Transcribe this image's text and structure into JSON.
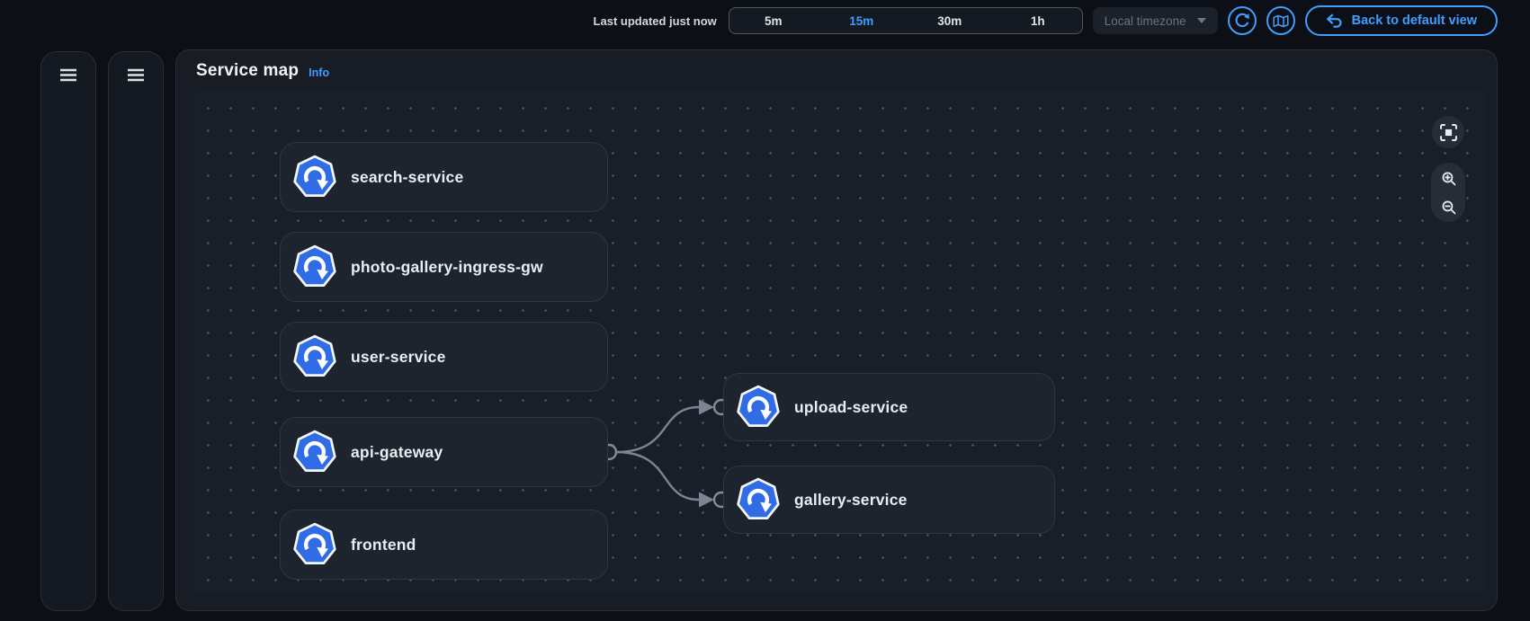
{
  "topbar": {
    "last_updated": "Last updated just now",
    "time_ranges": {
      "items": [
        {
          "label": "5m",
          "selected": false
        },
        {
          "label": "15m",
          "selected": true
        },
        {
          "label": "30m",
          "selected": false
        },
        {
          "label": "1h",
          "selected": false
        }
      ]
    },
    "timezone_select": {
      "value": "Local timezone",
      "disabled": true
    },
    "back_button": {
      "label": "Back to default view"
    }
  },
  "service_map": {
    "title": "Service map",
    "info_link": "Info",
    "nodes": [
      {
        "id": "search-service",
        "label": "search-service"
      },
      {
        "id": "photo-gallery-ingress-gw",
        "label": "photo-gallery-ingress-gw"
      },
      {
        "id": "user-service",
        "label": "user-service"
      },
      {
        "id": "api-gateway",
        "label": "api-gateway"
      },
      {
        "id": "frontend",
        "label": "frontend"
      },
      {
        "id": "upload-service",
        "label": "upload-service"
      },
      {
        "id": "gallery-service",
        "label": "gallery-service"
      }
    ],
    "edges": [
      {
        "from": "api-gateway",
        "to": "upload-service"
      },
      {
        "from": "api-gateway",
        "to": "gallery-service"
      }
    ]
  },
  "colors": {
    "accent_blue": "#419dff",
    "node_icon_blue": "#2f6ce5",
    "edge_gray": "#7d8594",
    "canvas_bg": "#191f29",
    "panel_bg": "#171c25"
  }
}
